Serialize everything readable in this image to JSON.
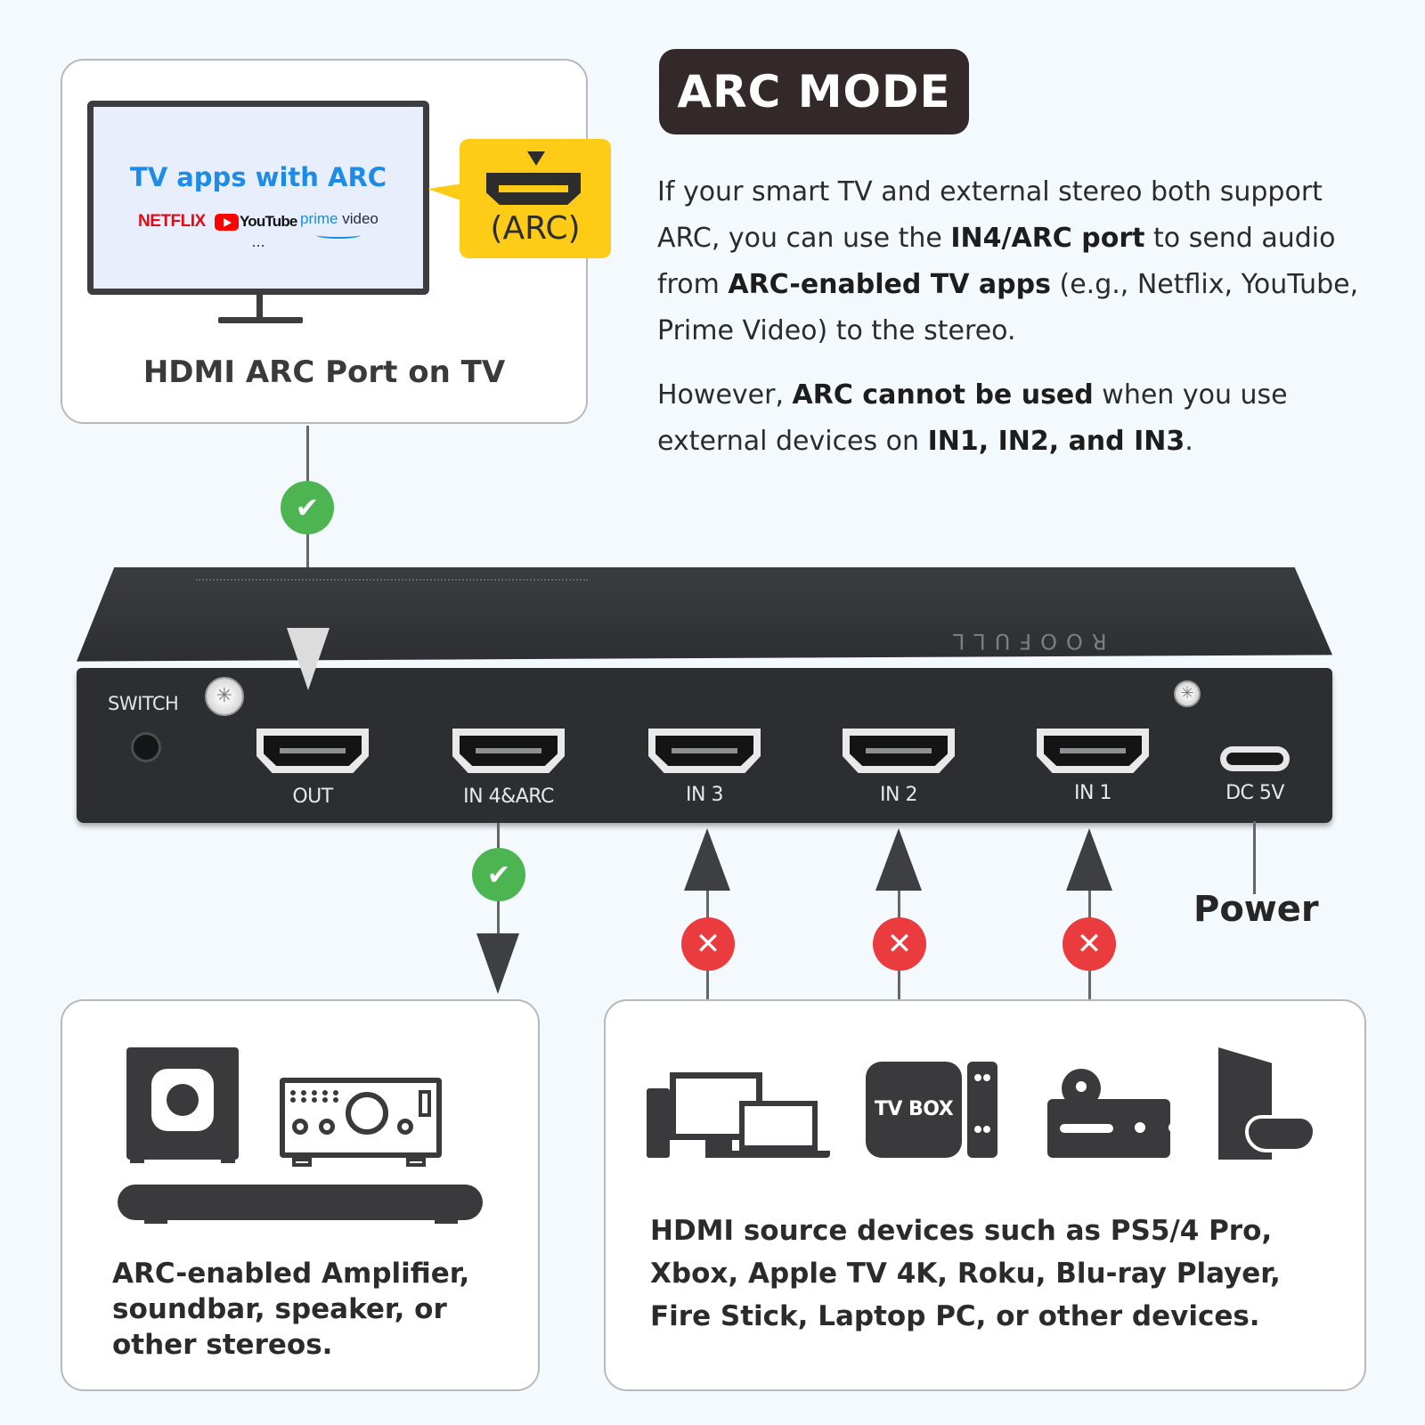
{
  "tv_panel": {
    "apps_title": "TV apps with ARC",
    "netflix": "NETFLIX",
    "youtube": "YouTube",
    "prime": "prime",
    "video": "video",
    "ellipsis": "...",
    "arc_badge": "(ARC)",
    "caption": "HDMI ARC Port on TV"
  },
  "mode": {
    "title": "ARC MODE",
    "p1_a": "If your smart TV and external stereo both support ARC, you can use the ",
    "p1_b": "IN4/ARC port",
    "p1_c": " to send audio from ",
    "p1_d": "ARC-enabled TV apps",
    "p1_e": " (e.g., Netflix, YouTube, Prime Video) to the stereo.",
    "p2_a": "However, ",
    "p2_b": "ARC cannot be used",
    "p2_c": " when you use external devices on ",
    "p2_d": "IN1, IN2, and IN3",
    "p2_e": "."
  },
  "device": {
    "brand": "ROOFULL",
    "switch_label": "SWITCH",
    "ports": [
      "OUT",
      "IN 4&ARC",
      "IN 3",
      "IN 2",
      "IN 1",
      "DC 5V"
    ],
    "power_label": "Power"
  },
  "status": {
    "check_icon": "✔",
    "cross_icon": "✕",
    "check_color": "#4cb551",
    "cross_color": "#ea3b3f"
  },
  "stereo_panel": {
    "text": "ARC-enabled Amplifier, soundbar, speaker, or other stereos."
  },
  "source_panel": {
    "tvbox_label": "TV BOX",
    "text": "HDMI source devices such as PS5/4 Pro, Xbox, Apple TV 4K, Roku, Blu-ray Player, Fire Stick, Laptop PC, or other devices."
  },
  "colors": {
    "background": "#f4f9fd",
    "title_bg": "#33292a",
    "arc_yellow": "#fecb17",
    "apps_blue": "#1e8be6",
    "device_body": "#2c2e31"
  }
}
